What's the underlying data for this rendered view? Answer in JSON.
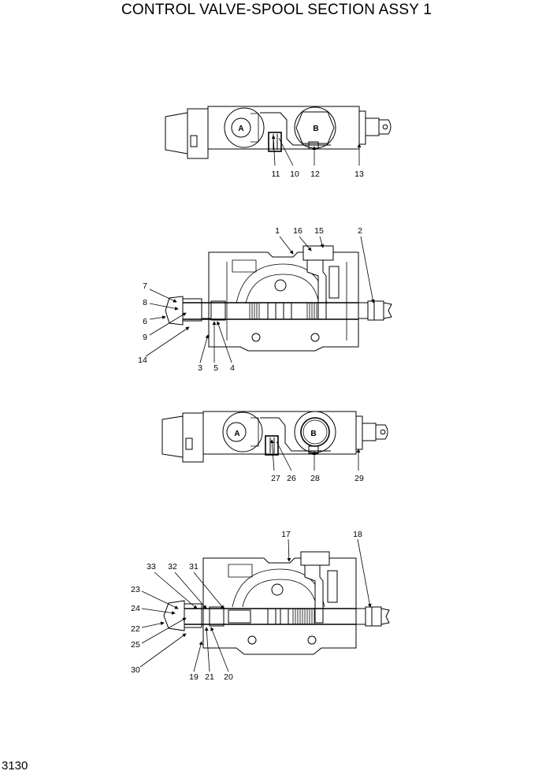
{
  "title": "CONTROL VALVE-SPOOL SECTION ASSY 1",
  "page_number": "3130",
  "port_labels": {
    "a": "A",
    "b": "B"
  },
  "views": {
    "view1": {
      "callouts": [
        "11",
        "10",
        "12",
        "13"
      ]
    },
    "view2": {
      "callouts": [
        "1",
        "16",
        "15",
        "2",
        "7",
        "8",
        "6",
        "9",
        "14",
        "3",
        "5",
        "4"
      ]
    },
    "view3": {
      "callouts": [
        "27",
        "26",
        "28",
        "29"
      ]
    },
    "view4": {
      "callouts": [
        "17",
        "18",
        "33",
        "32",
        "31",
        "23",
        "24",
        "22",
        "25",
        "30",
        "19",
        "21",
        "20"
      ]
    }
  }
}
